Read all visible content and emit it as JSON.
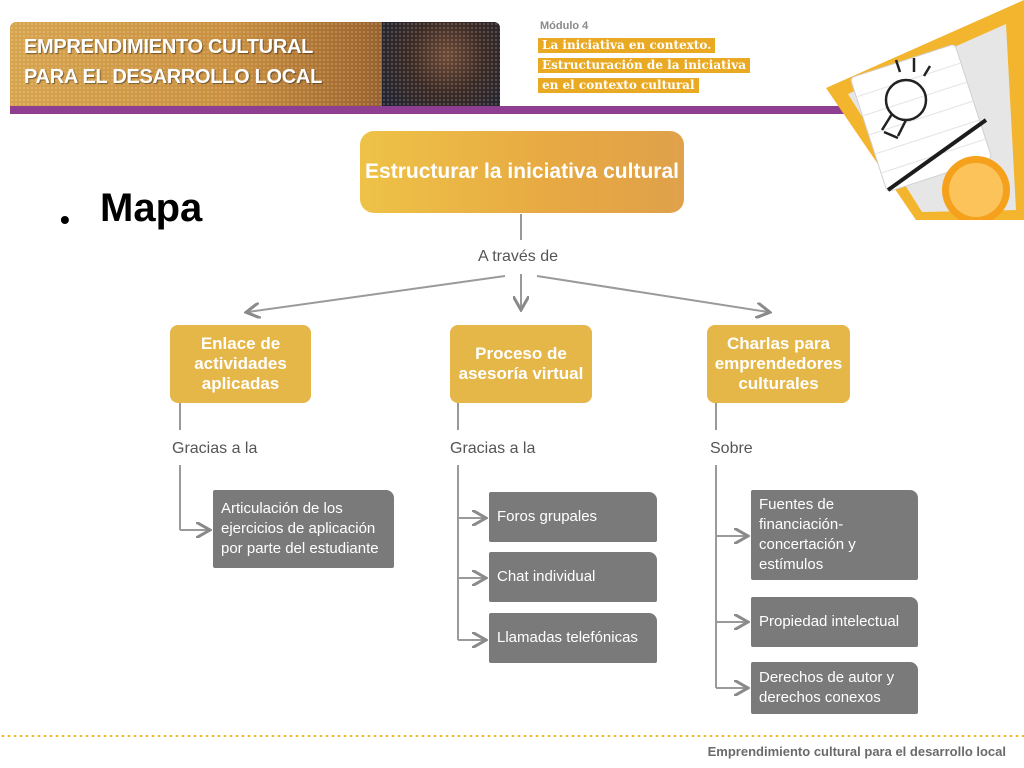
{
  "banner": {
    "line1": "EMPRENDIMIENTO CULTURAL",
    "line2": "PARA EL DESARROLLO LOCAL"
  },
  "module": {
    "label": "Módulo 4",
    "lines": [
      "La iniciativa en contexto.",
      "Estructuración de la iniciativa",
      "en el contexto cultural"
    ]
  },
  "bullet": "Mapa",
  "diagram": {
    "root": "Estructurar la iniciativa cultural",
    "root_connector": "A través de",
    "branches": [
      {
        "title": "Enlace de actividades aplicadas",
        "connector": "Gracias a la",
        "items": [
          "Articulación de los ejercicios de aplicación por parte del estudiante"
        ]
      },
      {
        "title": "Proceso de asesoría virtual",
        "connector": "Gracias a la",
        "items": [
          "Foros grupales",
          "Chat individual",
          "Llamadas telefónicas"
        ]
      },
      {
        "title": "Charlas para emprendedores culturales",
        "connector": "Sobre",
        "items": [
          "Fuentes de financiación-concertación y estímulos",
          "Propiedad intelectual",
          "Derechos de autor y derechos conexos"
        ]
      }
    ]
  },
  "footer": "Emprendimiento cultural para el desarrollo local",
  "colors": {
    "gold": "#e5b648",
    "grey": "#7a7a7a",
    "purple": "#8e3f91",
    "orange": "#e9a922"
  }
}
